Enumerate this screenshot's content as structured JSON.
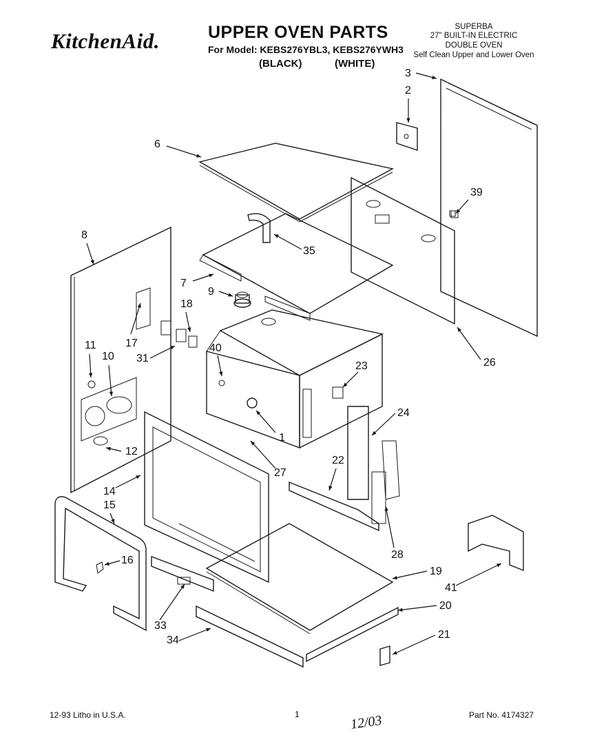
{
  "header": {
    "brand": "KitchenAid.",
    "title": "UPPER OVEN PARTS",
    "model_line": "For Model: KEBS276YBL3, KEBS276YWH3",
    "color_black": "(BLACK)",
    "color_white": "(WHITE)",
    "series": "SUPERBA",
    "product_size": "27\" BUILT-IN ELECTRIC",
    "product_type": "DOUBLE OVEN",
    "product_desc": "Self Clean Upper and Lower Oven"
  },
  "footer": {
    "litho": "12-93 Litho in U.S.A.",
    "page_number": "1",
    "handwritten_date": "12/03",
    "part_number": "Part No. 4174327"
  },
  "callouts": [
    "1",
    "2",
    "3",
    "6",
    "7",
    "8",
    "9",
    "10",
    "11",
    "12",
    "14",
    "15",
    "16",
    "17",
    "18",
    "19",
    "20",
    "21",
    "22",
    "23",
    "24",
    "26",
    "27",
    "28",
    "31",
    "33",
    "34",
    "35",
    "39",
    "40",
    "41"
  ]
}
